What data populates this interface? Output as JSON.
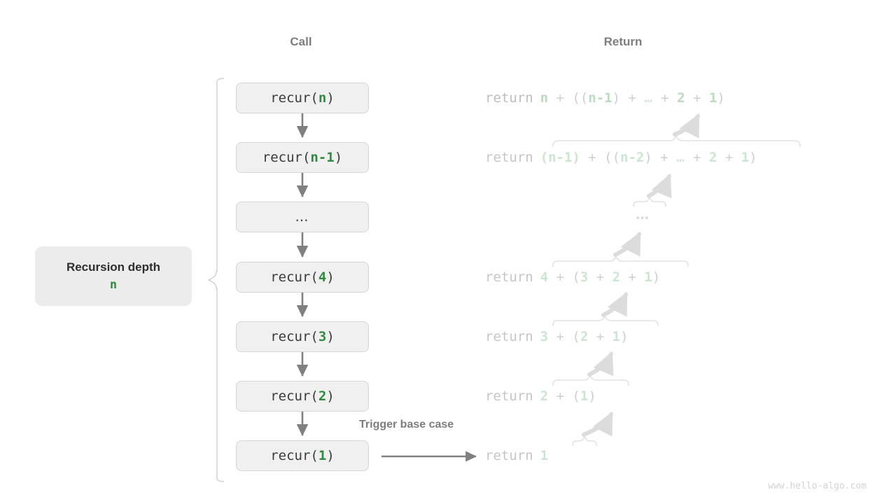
{
  "colors": {
    "green_strong": "#2f8c3f",
    "green_light": "#b9dcbf",
    "box_fill": "#f0f0f0",
    "box_border": "#d6d6d6",
    "heading_gray": "#7d7d7d",
    "return_gray": "#bdbdbd",
    "arrow_gray": "#808080",
    "brace_gray": "#dcdcdc",
    "watermark_gray": "#d3d3d3"
  },
  "headings": {
    "call": "Call",
    "return": "Return"
  },
  "depth": {
    "title": "Recursion depth",
    "value": "n"
  },
  "trigger": {
    "label": "Trigger base case"
  },
  "watermark": "www.hello-algo.com",
  "call_stack": [
    {
      "name": "call-box-n",
      "prefix": "recur(",
      "arg": "n",
      "suffix": ")",
      "is_ellipsis": false
    },
    {
      "name": "call-box-n-1",
      "prefix": "recur(",
      "arg": "n-1",
      "suffix": ")",
      "is_ellipsis": false
    },
    {
      "name": "call-box-dots",
      "prefix": "",
      "arg": "…",
      "suffix": "",
      "is_ellipsis": true
    },
    {
      "name": "call-box-4",
      "prefix": "recur(",
      "arg": "4",
      "suffix": ")",
      "is_ellipsis": false
    },
    {
      "name": "call-box-3",
      "prefix": "recur(",
      "arg": "3",
      "suffix": ")",
      "is_ellipsis": false
    },
    {
      "name": "call-box-2",
      "prefix": "recur(",
      "arg": "2",
      "suffix": ")",
      "is_ellipsis": false
    },
    {
      "name": "call-box-1",
      "prefix": "recur(",
      "arg": "1",
      "suffix": ")",
      "is_ellipsis": false
    }
  ],
  "returns": [
    {
      "keyword": "return",
      "expression": "n + ((n-1) + … + 2 + 1)"
    },
    {
      "keyword": "return",
      "expression": "(n-1) + ((n-2) + … + 2 + 1)"
    },
    {
      "keyword": "return",
      "expression": "4 + (3 + 2 + 1)"
    },
    {
      "keyword": "return",
      "expression": "3 + (2 + 1)"
    },
    {
      "keyword": "return",
      "expression": "2 + (1)"
    },
    {
      "keyword": "return",
      "expression": "1"
    }
  ],
  "return_ellipsis": "…",
  "call_box_labels": {
    "row0": "recur(n)",
    "row1": "recur(n-1)",
    "row2": "…",
    "row3": "recur(4)",
    "row4": "recur(3)",
    "row5": "recur(2)",
    "row6": "recur(1)"
  },
  "return_lines": {
    "r0_kw": "return",
    "r0_a": "n",
    "r0_b": " + ((",
    "r0_c": "n-1",
    "r0_d": ") + ",
    "r0_e": "…",
    "r0_f": " + ",
    "r0_g": "2",
    "r0_h": " + ",
    "r0_i": "1",
    "r0_j": ")",
    "r1_kw": "return",
    "r1_a": "(n-1)",
    "r1_b": " + ((",
    "r1_c": "n-2",
    "r1_d": ") + ",
    "r1_e": "…",
    "r1_f": " + ",
    "r1_g": "2",
    "r1_h": " + ",
    "r1_i": "1",
    "r1_j": ")",
    "r2_kw": "return",
    "r2_a": "4",
    "r2_b": " + (",
    "r2_c": "3",
    "r2_d": " + ",
    "r2_e": "2",
    "r2_f": " + ",
    "r2_g": "1",
    "r2_h": ")",
    "r3_kw": "return",
    "r3_a": "3",
    "r3_b": " + (",
    "r3_c": "2",
    "r3_d": " + ",
    "r3_e": "1",
    "r3_f": ")",
    "r4_kw": "return",
    "r4_a": "2",
    "r4_b": " + (",
    "r4_c": "1",
    "r4_d": ")",
    "r5_kw": "return",
    "r5_a": "1"
  }
}
